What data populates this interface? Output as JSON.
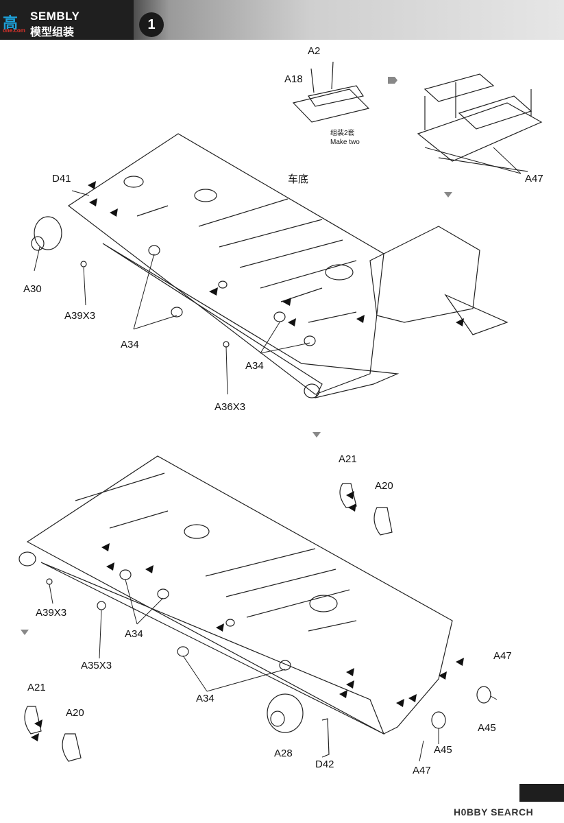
{
  "header": {
    "title_en": "SEMBLY",
    "title_zh": "模型组装",
    "step": "1",
    "site_logo": "高",
    "site_url": "one.com"
  },
  "top_assembly": {
    "labels": {
      "a2": "A2",
      "a18": "A18",
      "make_two_zh": "组装2套",
      "make_two_en": "Make two",
      "a47": "A47",
      "d41": "D41",
      "hull": "车底",
      "a30": "A30",
      "a39x3": "A39X3",
      "a34_left": "A34",
      "a34_right": "A34",
      "a36x3": "A36X3"
    }
  },
  "bottom_assembly": {
    "labels": {
      "a21_top": "A21",
      "a20_top": "A20",
      "a39x3": "A39X3",
      "a34_upper": "A34",
      "a35x3": "A35X3",
      "a34_lower": "A34",
      "a21_bottom": "A21",
      "a20_bottom": "A20",
      "a28": "A28",
      "d42": "D42",
      "a47_right": "A47",
      "a45_right": "A45",
      "a45_lower": "A45",
      "a47_lower": "A47"
    }
  },
  "footer": {
    "watermark": "H0BBY SEARCH"
  }
}
